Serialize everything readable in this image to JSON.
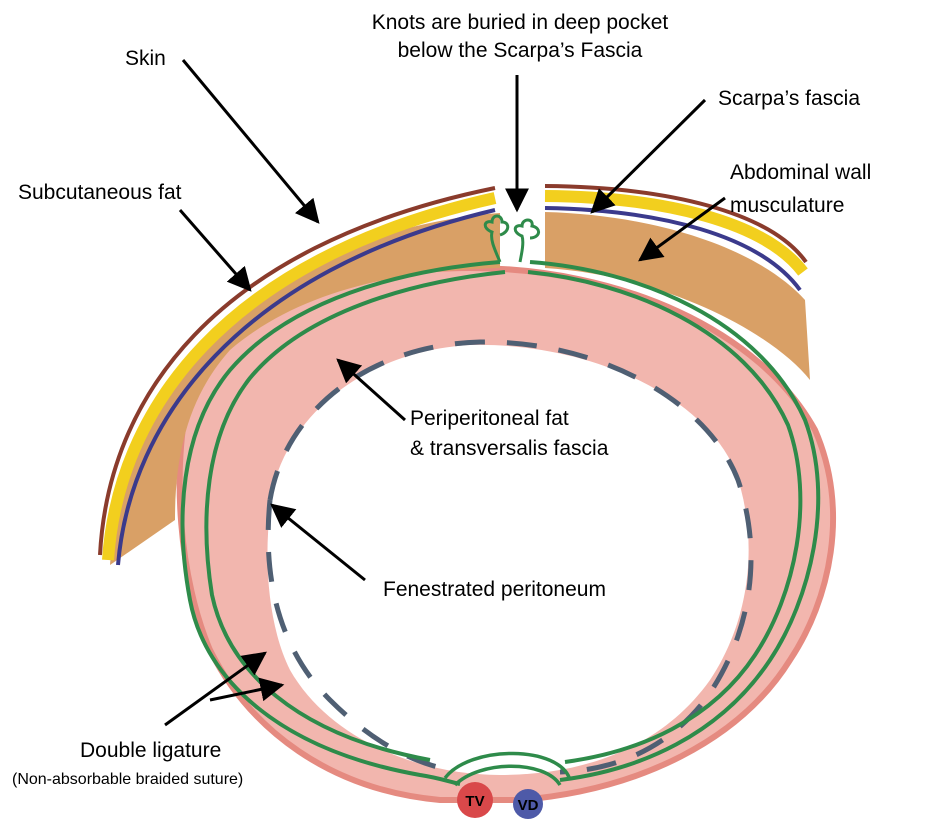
{
  "labels": {
    "knots_line1": "Knots are buried in deep pocket",
    "knots_line2": "below the Scarpa’s Fascia",
    "skin": "Skin",
    "scarpas_fascia": "Scarpa’s fascia",
    "subcutaneous_fat": "Subcutaneous fat",
    "abdominal_wall_line1": "Abdominal wall",
    "abdominal_wall_line2": "musculature",
    "periperitoneal_line1": "Periperitoneal fat",
    "periperitoneal_line2": "& transversalis fascia",
    "fenestrated_peritoneum": "Fenestrated peritoneum",
    "double_ligature": "Double ligature",
    "suture_note": "(Non-absorbable braided suture)",
    "tv": "TV",
    "vd": "VD"
  },
  "colors": {
    "skin": "#8a3b2c",
    "subcutaneous_fat": "#f2cf1e",
    "scarpas_fascia": "#3b3a8c",
    "muscle": "#d9a066",
    "preperitoneal": "#f2b6ae",
    "peritoneum_dash": "#4f5f73",
    "suture": "#2e8b4a",
    "tv_vessel": "#d9484a",
    "vd_vessel": "#4e5aa8",
    "arrow": "#000000"
  }
}
